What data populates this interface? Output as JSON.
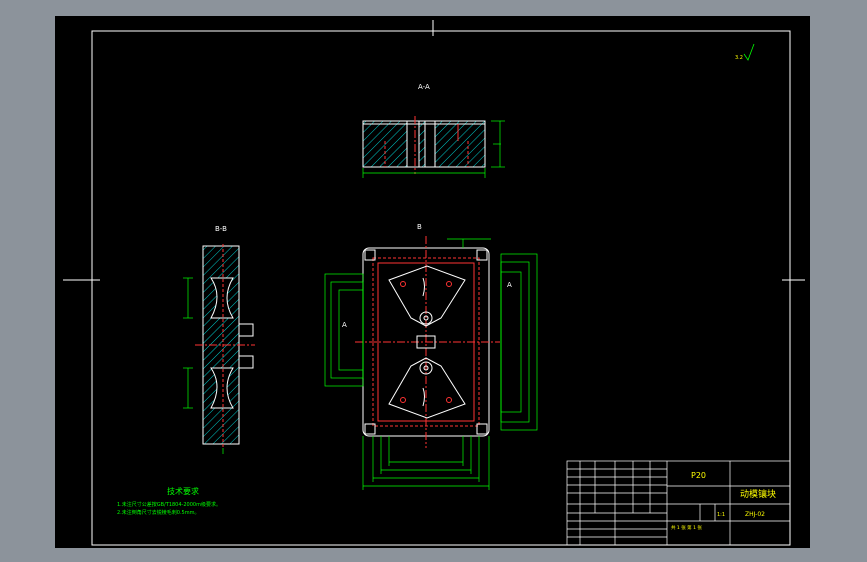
{
  "drawing": {
    "section_aa_label": "A-A",
    "section_bb_label": "B-B",
    "roughness_mark": "3.2",
    "view_marker_b": "B",
    "view_marker_a_right": "A",
    "view_marker_a_left": "A",
    "tech_req_title": "技术要求",
    "tech_req_items": [
      "1.未注尺寸公差按GB/T1804-2000m级要求。",
      "2.未注倒角尺寸去锐棱毛刺0.5mm。"
    ]
  },
  "title_block": {
    "material": "P20",
    "part_name": "动模镶块",
    "drawing_no": "ZHJ-02",
    "scale": "1:1",
    "sheet_info": "共 1 张   第 1 张"
  },
  "colors": {
    "sheet_bg": "#000000",
    "viewport_bg": "#8c939b",
    "geometry": "#ffffff",
    "dimensions": "#00ff00",
    "hidden": "#ff3030",
    "center": "#ff3030",
    "hatch": "#00ffff",
    "text_yellow": "#ffff00"
  }
}
